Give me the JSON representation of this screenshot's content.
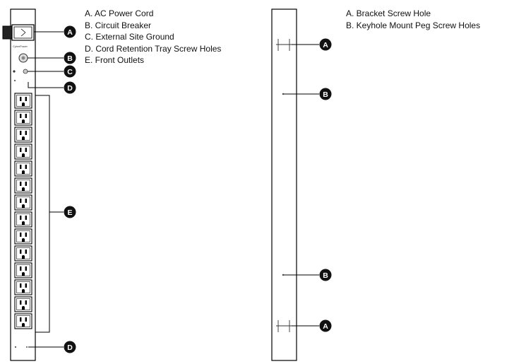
{
  "front_view": {
    "legend": [
      "A. AC Power Cord",
      "B. Circuit Breaker",
      "C. External Site Ground",
      "D. Cord Retention Tray Screw Holes",
      "E. Front Outlets"
    ],
    "brand_label": "CyberPower",
    "callouts": [
      "A",
      "B",
      "C",
      "D",
      "E",
      "D"
    ],
    "outlet_count": 14
  },
  "rear_view": {
    "legend": [
      "A. Bracket Screw Hole",
      "B. Keyhole Mount Peg Screw Holes"
    ],
    "callouts": [
      "A",
      "B",
      "B",
      "A"
    ]
  }
}
